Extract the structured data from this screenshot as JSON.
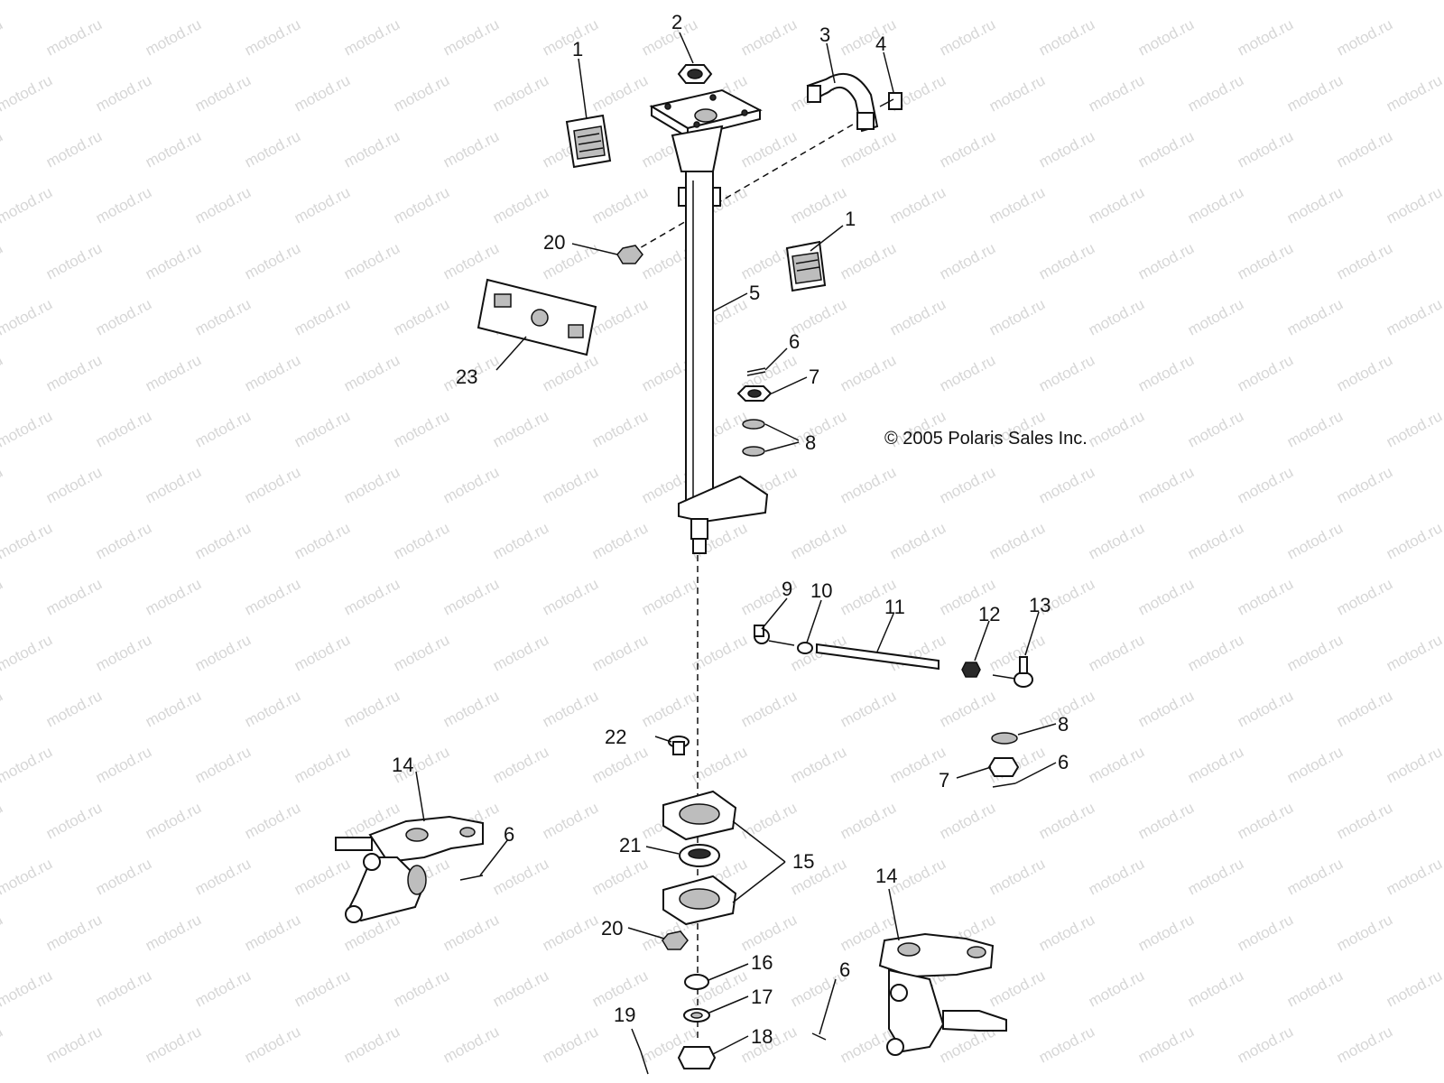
{
  "copyright": "© 2005 Polaris Sales Inc.",
  "watermark": "motod.ru",
  "callouts": {
    "c1a": "1",
    "c1b": "1",
    "c2": "2",
    "c3": "3",
    "c4": "4",
    "c5": "5",
    "c6a": "6",
    "c6b": "6",
    "c6c": "6",
    "c6d": "6",
    "c7a": "7",
    "c7b": "7",
    "c8a": "8",
    "c8b": "8",
    "c9": "9",
    "c10": "10",
    "c11": "11",
    "c12": "12",
    "c13": "13",
    "c14a": "14",
    "c14b": "14",
    "c15": "15",
    "c16": "16",
    "c17": "17",
    "c18": "18",
    "c19": "19",
    "c20a": "20",
    "c20b": "20",
    "c21": "21",
    "c22": "22",
    "c23": "23"
  }
}
